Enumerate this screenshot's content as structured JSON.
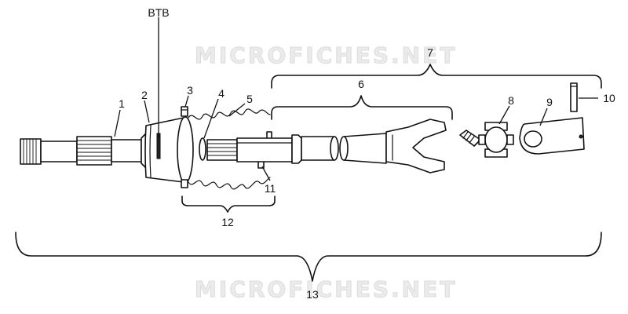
{
  "watermark": "MICROFICHES.NET",
  "labels": {
    "btb": "BTB",
    "p1": "1",
    "p2": "2",
    "p3": "3",
    "p4": "4",
    "p5": "5",
    "p6": "6",
    "p7": "7",
    "p8": "8",
    "p9": "9",
    "p10": "10",
    "p11": "11",
    "p12": "12",
    "p13": "13"
  }
}
